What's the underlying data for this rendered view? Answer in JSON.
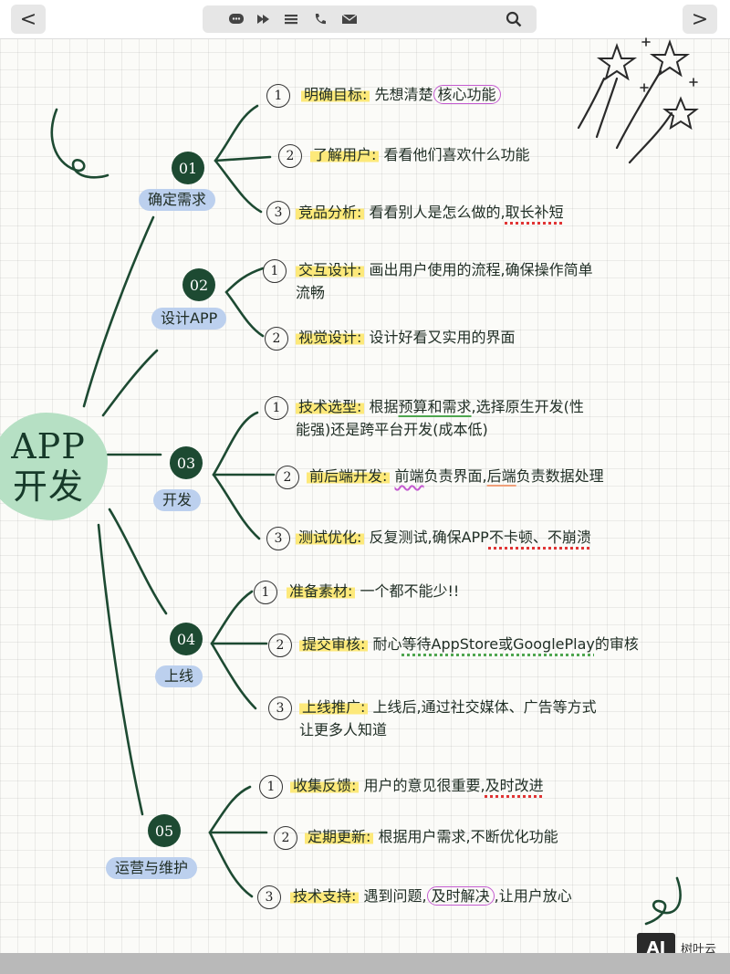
{
  "colors": {
    "root_fill": "#b6e0c4",
    "node_fill": "#1d4a32",
    "label_fill": "#bcd0ee",
    "highlight": "#fde97a",
    "line": "#1d4a32",
    "accent_purple": "#c45bd0",
    "accent_red": "#e03434"
  },
  "toolbar": {
    "back_icon": "chevron-left-icon",
    "forward_icon": "chevron-right-icon",
    "tools": [
      "chat-bubble-icon",
      "forward-icon",
      "list-icon",
      "phone-icon",
      "mail-icon"
    ],
    "search_icon": "search-icon",
    "back_glyph": "<",
    "forward_glyph": ">"
  },
  "root": {
    "line1": "APP",
    "line2": "开发"
  },
  "branches": [
    {
      "num": "01",
      "label": "确定需求",
      "items": [
        {
          "n": "1",
          "kw": "明确目标:",
          "t1": "先想清楚",
          "mark": "核心功能",
          "t2": ""
        },
        {
          "n": "2",
          "kw": "了解用户:",
          "t1": "看看他们喜欢什么功能",
          "mark": "",
          "t2": ""
        },
        {
          "n": "3",
          "kw": "竞品分析:",
          "t1": "看看别人是怎么做的,",
          "mark": "取长补短",
          "t2": ""
        }
      ]
    },
    {
      "num": "02",
      "label": "设计APP",
      "items": [
        {
          "n": "1",
          "kw": "交互设计:",
          "t1": "画出用户使用的流程,确保操作简单",
          "line2": "流畅"
        },
        {
          "n": "2",
          "kw": "视觉设计:",
          "t1": "设计好看又实用的界面"
        }
      ]
    },
    {
      "num": "03",
      "label": "开发",
      "items": [
        {
          "n": "1",
          "kw": "技术选型:",
          "a": "根据",
          "b": "预算和需求",
          "c": ",选择原生开发(性",
          "line2": "能强)还是跨平台开发(成本低)"
        },
        {
          "n": "2",
          "kw": "前后端开发:",
          "a": "前端",
          "b": "负责界面,",
          "c": "后端",
          "d": "负责数据处理"
        },
        {
          "n": "3",
          "kw": "测试优化:",
          "a": "反复测试,确保APP",
          "b": "不卡顿、不崩溃"
        }
      ]
    },
    {
      "num": "04",
      "label": "上线",
      "items": [
        {
          "n": "1",
          "kw": "准备素材:",
          "t1": "一个都不能少!!"
        },
        {
          "n": "2",
          "kw": "提交审核:",
          "a": "耐心",
          "b": "等待AppStore或GooglePlay",
          "c": "的审核"
        },
        {
          "n": "3",
          "kw": "上线推广:",
          "t1": "上线后,通过社交媒体、广告等方式",
          "line2": "让更多人知道"
        }
      ]
    },
    {
      "num": "05",
      "label": "运营与维护",
      "items": [
        {
          "n": "1",
          "kw": "收集反馈:",
          "a": "用户的意见很重要,",
          "b": "及时改进"
        },
        {
          "n": "2",
          "kw": "定期更新:",
          "t1": "根据用户需求,不断优化功能"
        },
        {
          "n": "3",
          "kw": "技术支持:",
          "a": "遇到问题,",
          "b": "及时解决",
          "c": ",让用户放心"
        }
      ]
    }
  ],
  "watermark": {
    "logo": "AI",
    "text": "树叶云"
  }
}
